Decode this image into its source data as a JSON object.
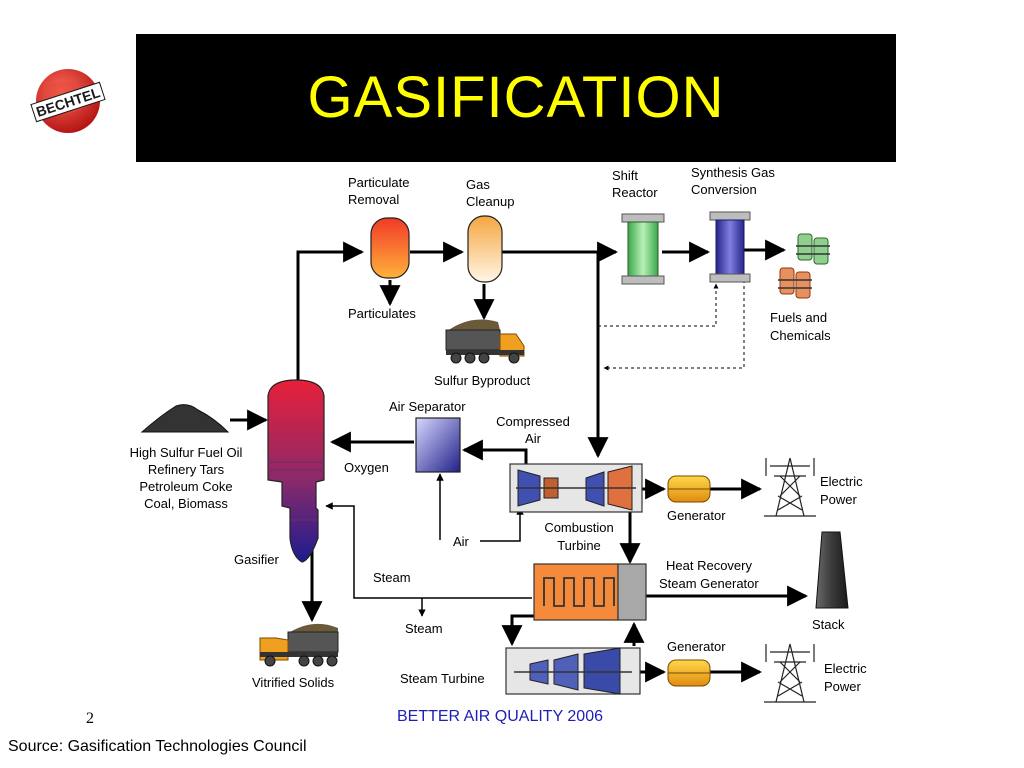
{
  "title": "GASIFICATION",
  "logo_text": "BECHTEL",
  "labels": {
    "particulate_removal": [
      "Particulate",
      "Removal"
    ],
    "gas_cleanup": [
      "Gas",
      "Cleanup"
    ],
    "shift_reactor": [
      "Shift",
      "Reactor"
    ],
    "synthesis_gas_conversion": [
      "Synthesis Gas",
      "Conversion"
    ],
    "particulates": "Particulates",
    "sulfur_byproduct": "Sulfur Byproduct",
    "fuels_and_chemicals": [
      "Fuels and",
      "Chemicals"
    ],
    "feedstock": [
      "High Sulfur Fuel Oil",
      "Refinery Tars",
      "Petroleum Coke",
      "Coal, Biomass"
    ],
    "air_separator": "Air Separator",
    "compressed_air": [
      "Compressed",
      "Air"
    ],
    "oxygen": "Oxygen",
    "air": "Air",
    "combustion_turbine": [
      "Combustion",
      "Turbine"
    ],
    "generator_top": "Generator",
    "electric_power_top": [
      "Electric",
      "Power"
    ],
    "gasifier": "Gasifier",
    "steam_1": "Steam",
    "steam_2": "Steam",
    "hrsg": [
      "Heat Recovery",
      "Steam Generator"
    ],
    "stack": "Stack",
    "generator_bottom": "Generator",
    "electric_power_bottom": [
      "Electric",
      "Power"
    ],
    "vitrified_solids": "Vitrified Solids",
    "steam_turbine": "Steam Turbine"
  },
  "footer": {
    "page_number": "2",
    "center": "BETTER AIR QUALITY 2006",
    "source": "Source:  Gasification Technologies Council"
  },
  "colors": {
    "title_text": "#ffff00",
    "title_bg": "#000000",
    "footer_center": "#1f1fb4"
  }
}
